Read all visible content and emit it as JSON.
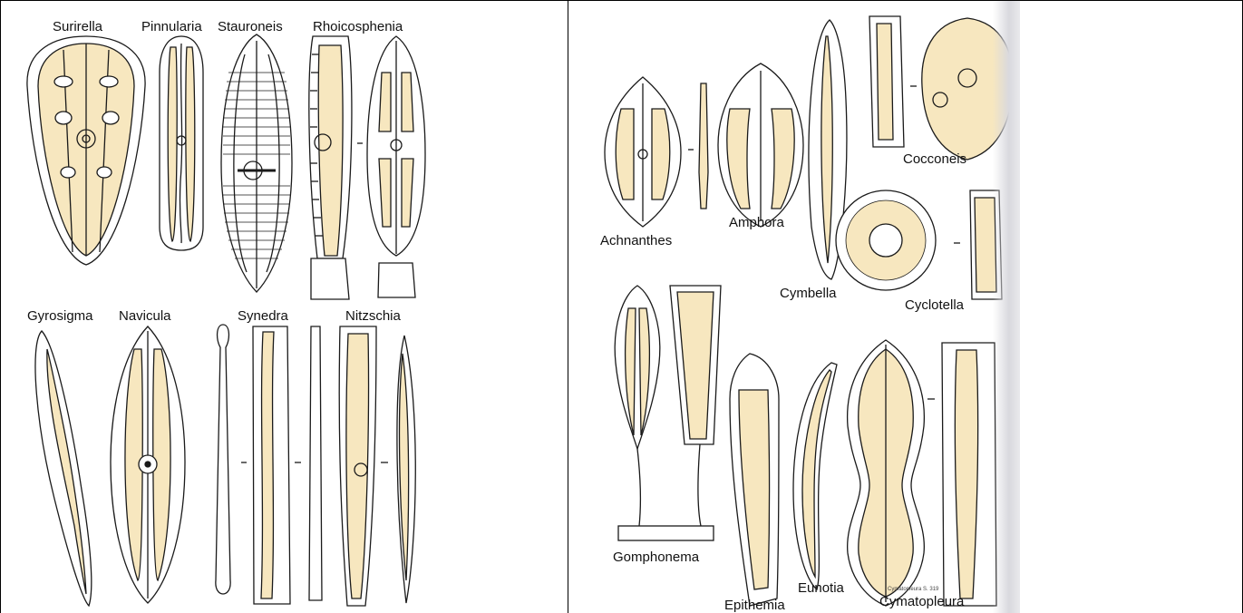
{
  "colors": {
    "fill": "#f7e7bf",
    "stroke": "#1a1a1a",
    "line": "#000000"
  },
  "left_panel": {
    "labels": {
      "surirella": "Surirella",
      "pinnularia": "Pinnularia",
      "stauroneis": "Stauroneis",
      "rhoicosphenia": "Rhoicosphenia",
      "gyrosigma": "Gyrosigma",
      "navicula": "Navicula",
      "synedra": "Synedra",
      "nitzschia": "Nitzschia"
    }
  },
  "right_panel": {
    "labels": {
      "achnanthes": "Achnanthes",
      "amphora": "Amphora",
      "cymbella": "Cymbella",
      "cocconeis": "Cocconeis",
      "cyclotella": "Cyclotella",
      "gomphonema": "Gomphonema",
      "epithemia": "Epithemia",
      "eunotia": "Eunotia",
      "cymatopleura": "Cymatopleura",
      "fine_print": "Cymatopleura S. 319"
    }
  }
}
